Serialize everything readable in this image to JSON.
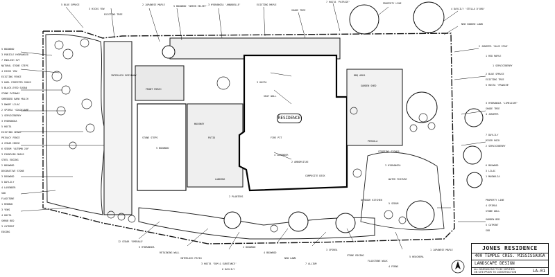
{
  "drawing": {
    "title_block": {
      "project": "JONES RESIDENCE",
      "address": "400 TEMPLE CRES. MISSISSAUGA",
      "drawing_name": "LANDSCAPE DESIGN",
      "sheet": "LA-01",
      "notes": "ALL DIMENSIONS TO BE VERIFIED ON SITE PRIOR TO CONSTRUCTION"
    },
    "house_label": "RESIDENCE",
    "plant_labels_top": [
      "5 BLUE SPRUCE",
      "3 HICKS YEW",
      "EXISTING TREE",
      "2 JAPANESE MAPLE",
      "5 BOXWOOD 'GREEN VELVET'",
      "3 HYDRANGEA 'ANNABELLE'",
      "EXISTING MAPLE",
      "SHADE TREE",
      "7 HOSTA 'PATRIOT'",
      "PROPERTY LINE",
      "4 DAYLILY 'STELLA D'ORO'",
      "NEW SODDED LAWN",
      "2 JUNIPER 'BLUE STAR'",
      "1 RED MAPLE",
      "1 SERVICEBERRY"
    ],
    "plant_labels_left": [
      "5 BOXWOOD",
      "3 PANICLE HYDRANGEA",
      "7 ENGLISH IVY",
      "NATURAL STONE STEPS",
      "4 HICKS YEW",
      "EXISTING FENCE",
      "3 KARL FOERSTER GRASS",
      "5 BLACK-EYED SUSAN",
      "STONE PATHWAY",
      "SHREDDED BARK MULCH",
      "3 DWARF LILAC",
      "2 SPIREA 'GOLDFLAME'",
      "1 SERVICEBERRY",
      "3 HYDRANGEA",
      "5 HOSTA",
      "EXISTING GRADE",
      "PRIVACY FENCE",
      "4 CEDAR HEDGE",
      "6 SEDUM 'AUTUMN JOY'",
      "3 FOUNTAIN GRASS",
      "STEEL EDGING",
      "2 BOXWOOD",
      "DECORATIVE STONE",
      "3 DOGWOOD",
      "5 DAYLILY",
      "4 LAVENDER",
      "SOD",
      "FLAGSTONE",
      "1 REDBUD",
      "3 YEWS",
      "4 HOSTA",
      "SHRUB BED",
      "3 CATMINT",
      "EDGING"
    ],
    "plant_labels_bottom": [
      "12 CEDAR 'EMERALD'",
      "5 HYDRANGEA",
      "RETAINING WALL",
      "INTERLOCK PATIO",
      "3 HOSTA 'SUM & SUBSTANCE'",
      "6 DAYLILY",
      "2 DOGWOOD",
      "4 BOXWOOD",
      "NEW LAWN",
      "7 ALLIUM",
      "3 SPIREA",
      "STONE EDGING",
      "FLAGSTONE WALK",
      "4 FERNS",
      "5 HEUCHERA",
      "1 JAPANESE MAPLE"
    ],
    "plant_labels_right": [
      "2 BLUE SPRUCE",
      "EXISTING TREE",
      "5 HOSTA 'FRANCEE'",
      "3 HYDRANGEA 'LIMELIGHT'",
      "SHADE TREE",
      "4 JUNIPER",
      "7 DAYLILY",
      "RIVER ROCK",
      "2 SERVICEBERRY",
      "6 BOXWOOD",
      "3 LILAC",
      "1 MAGNOLIA",
      "PROPERTY LINE",
      "4 SPIREA",
      "STONE WALL",
      "GARDEN BED",
      "5 CATMINT",
      "SOD"
    ],
    "plant_labels_interior": [
      "INTERLOCK DRIVEWAY",
      "FRONT PORCH",
      "STONE STEPS",
      "5 BOXWOOD",
      "WALKWAY",
      "PATIO",
      "3 HOSTA",
      "SEAT WALL",
      "FIRE PIT",
      "4 LAVENDER",
      "2 ARBORVITAE",
      "COMPOSITE DECK",
      "BBQ AREA",
      "GARDEN SHED",
      "PERGOLA",
      "STEPPING STONES",
      "3 HYDRANGEA",
      "WATER FEATURE",
      "OUTDOOR KITCHEN",
      "5 SEDUM",
      "LANDING",
      "2 PLANTERS"
    ]
  }
}
